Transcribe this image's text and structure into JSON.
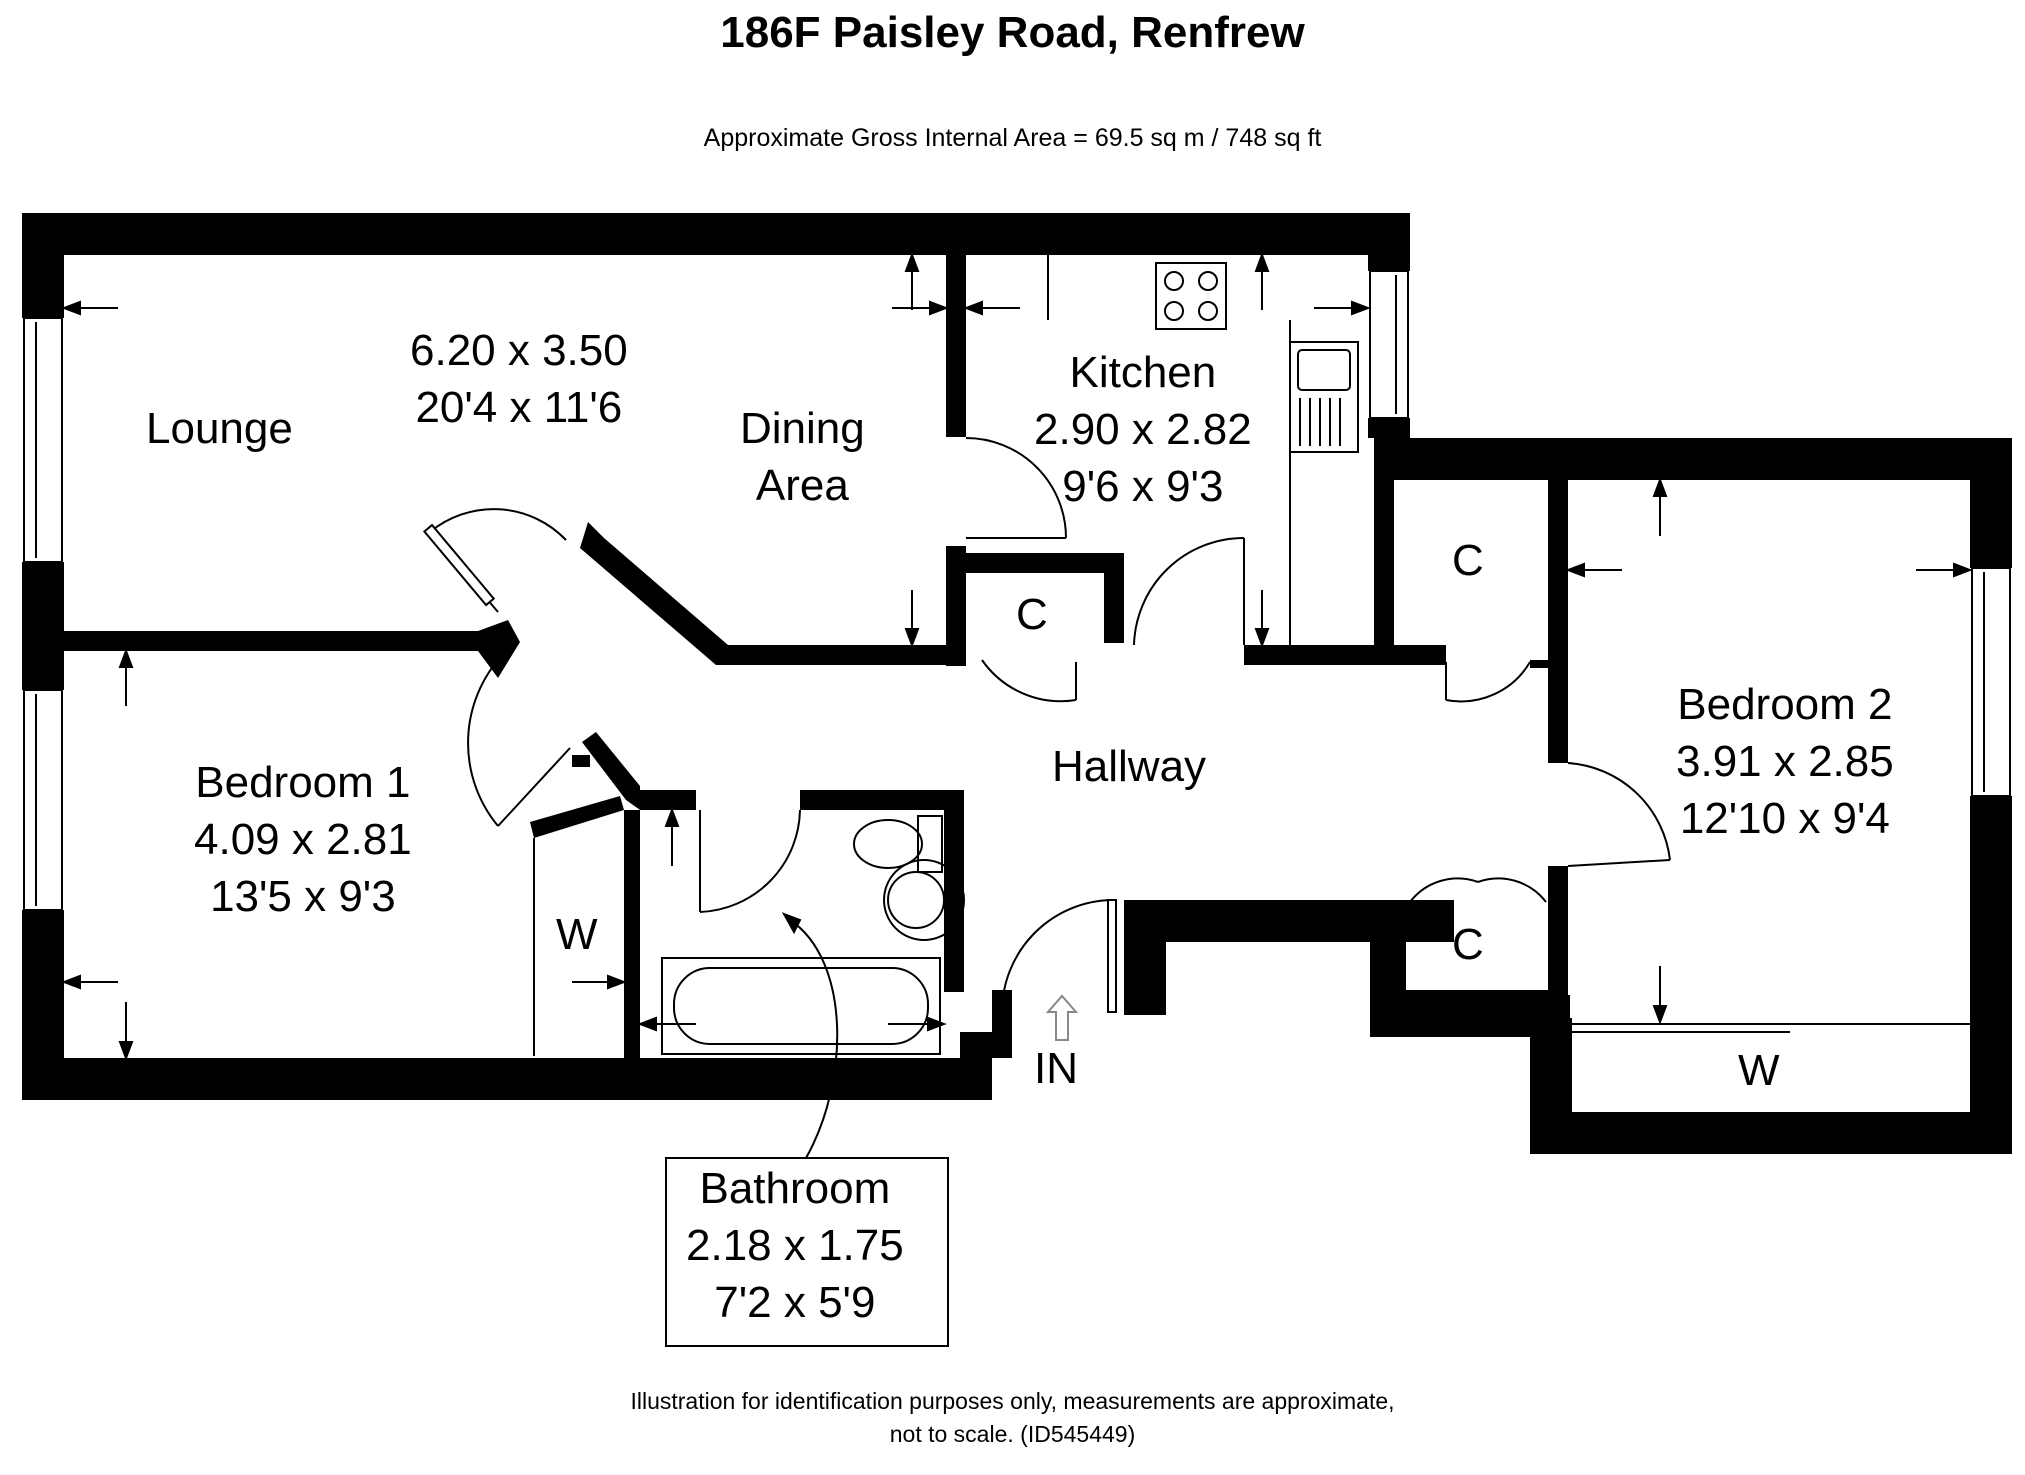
{
  "title": "186F Paisley Road, Renfrew",
  "subtitle": "Approximate Gross Internal Area = 69.5 sq m / 748 sq ft",
  "rooms": {
    "lounge": {
      "name": "Lounge",
      "dim_m": "6.20 x 3.50",
      "dim_ft": "20'4 x 11'6"
    },
    "dining": {
      "name1": "Dining",
      "name2": "Area"
    },
    "kitchen": {
      "name": "Kitchen",
      "dim_m": "2.90 x 2.82",
      "dim_ft": "9'6 x 9'3"
    },
    "bedroom1": {
      "name": "Bedroom 1",
      "dim_m": "4.09 x 2.81",
      "dim_ft": "13'5 x 9'3"
    },
    "bedroom2": {
      "name": "Bedroom 2",
      "dim_m": "3.91 x 2.85",
      "dim_ft": "12'10 x 9'4"
    },
    "bathroom": {
      "name": "Bathroom",
      "dim_m": "2.18 x 1.75",
      "dim_ft": "7'2 x 5'9"
    },
    "hallway": {
      "name": "Hallway"
    }
  },
  "labels": {
    "cupboard_kitchen": "C",
    "cupboard_hall_top": "C",
    "cupboard_hall_bottom": "C",
    "wardrobe_bed1": "W",
    "wardrobe_bed2": "W",
    "entrance": "IN"
  },
  "footer": {
    "line1": "Illustration for identification purposes only, measurements are approximate,",
    "line2": "not to scale.  (ID545449)"
  }
}
